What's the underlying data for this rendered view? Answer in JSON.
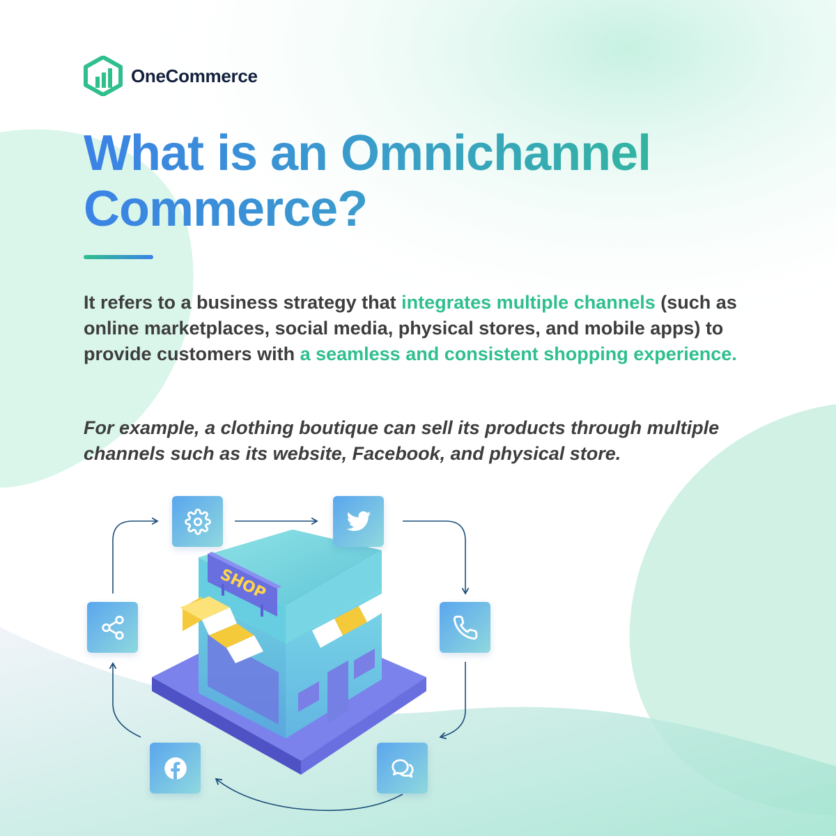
{
  "brand": {
    "name": "OneCommerce",
    "logo_icon": "onecommerce-logo-icon"
  },
  "title": {
    "line1": "What is an Omnichannel",
    "line2": "Commerce?"
  },
  "description": {
    "part1": "It refers to a business strategy that ",
    "highlight1": "integrates multiple channels",
    "part2": " (such as online marketplaces, social media, physical stores, and mobile apps) to provide customers with ",
    "highlight2": "a seamless and consistent shopping experience."
  },
  "example": "For example, a clothing boutique can sell its products through multiple channels such as its website, Facebook, and physical store.",
  "shop_sign": "SHOP",
  "channels": [
    "gear-icon",
    "twitter-icon",
    "phone-icon",
    "chat-icon",
    "facebook-icon",
    "share-icon"
  ],
  "colors": {
    "accent_green": "#2fbf8d",
    "accent_blue": "#3b82e6",
    "text_dark": "#3d3d3d",
    "logo_green": "#2fbf8d"
  }
}
